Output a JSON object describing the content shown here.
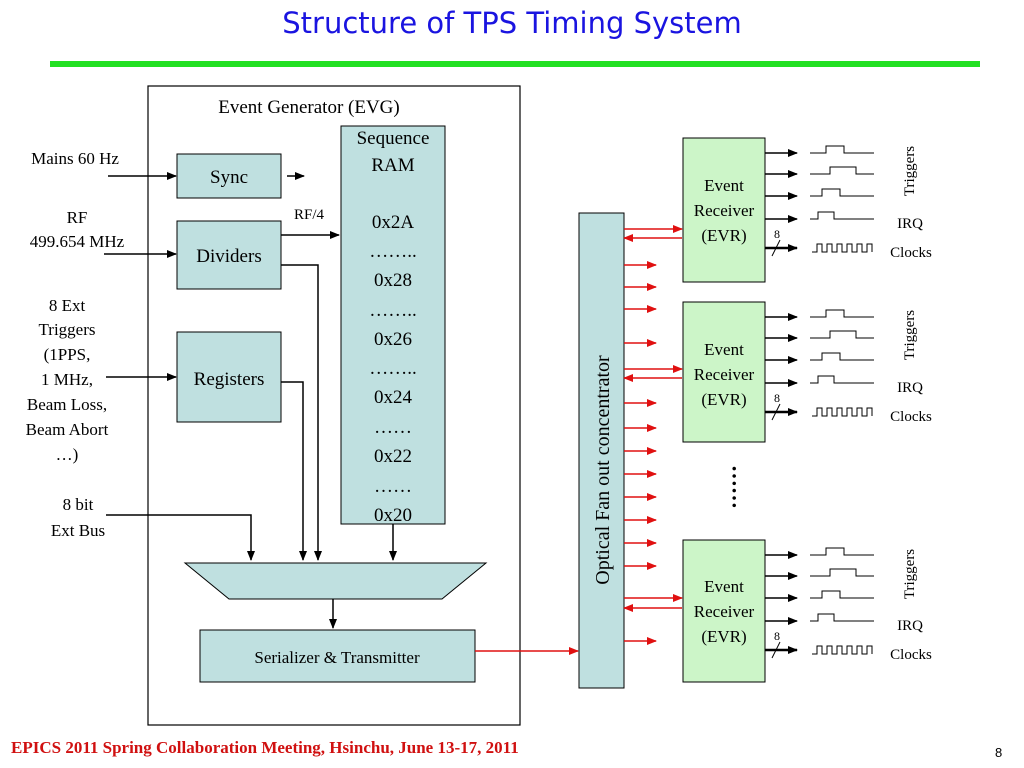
{
  "title": "Structure of TPS Timing System",
  "footer": "EPICS 2011 Spring Collaboration Meeting, Hsinchu, June 13-17, 2011",
  "page_number": "8",
  "colors": {
    "title": "#1a14e0",
    "rule": "#22e022",
    "box_fill": "#bfe0e0",
    "evr_fill": "#ccf5c8",
    "red_arrow": "#e01010",
    "footer": "#d01010"
  },
  "inputs": {
    "mains": "Mains 60 Hz",
    "rf": [
      "RF",
      "499.654 MHz"
    ],
    "ext_triggers": [
      "8 Ext",
      "Triggers",
      "(1PPS,",
      "1 MHz,",
      "Beam Loss,",
      "Beam Abort",
      "…)"
    ],
    "ext_bus": [
      "8 bit",
      "Ext Bus"
    ]
  },
  "evg": {
    "label": "Event Generator (EVG)",
    "sync": "Sync",
    "dividers": "Dividers",
    "registers": "Registers",
    "rf4": "RF/4",
    "sequence_ram": [
      "Sequence",
      "RAM",
      "",
      "0x2A",
      "……..",
      "0x28",
      "……..",
      "0x26",
      "……..",
      "0x24",
      "……",
      "0x22",
      "……",
      "0x20"
    ],
    "serializer": "Serializer & Transmitter"
  },
  "concentrator": "Optical Fan out concentrator",
  "evr": {
    "label": [
      "Event",
      "Receiver",
      "(EVR)"
    ],
    "triggers": "Triggers",
    "irq": "IRQ",
    "clocks": "Clocks",
    "bus_width": "8",
    "ellipsis": "……"
  }
}
